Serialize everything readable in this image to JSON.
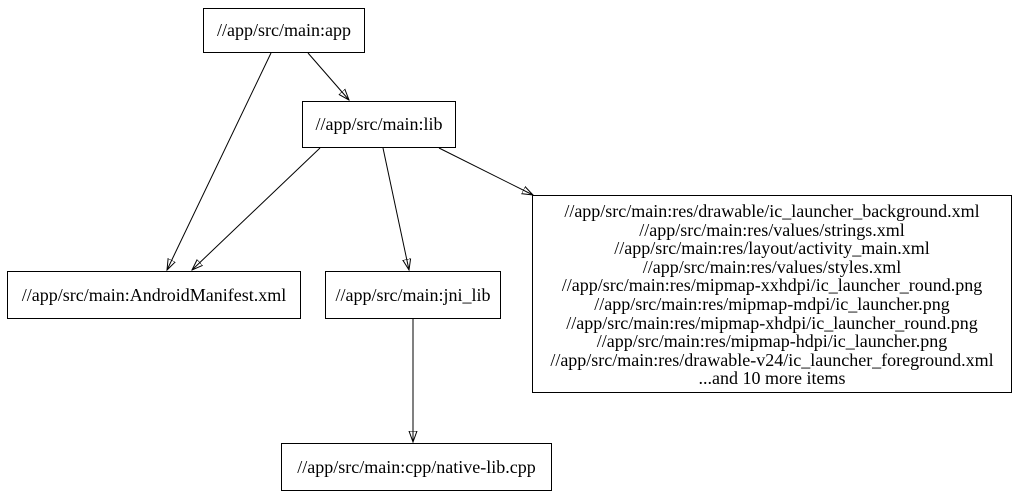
{
  "diagram": {
    "type": "directed-graph",
    "renderer_style": "graphviz",
    "colors": {
      "background": "#ffffff",
      "node_border": "#000000",
      "node_fill": "#ffffff",
      "text": "#000000",
      "edge": "#000000"
    },
    "nodes": {
      "app": {
        "label": "//app/src/main:app"
      },
      "lib": {
        "label": "//app/src/main:lib"
      },
      "manifest": {
        "label": "//app/src/main:AndroidManifest.xml"
      },
      "jni_lib": {
        "label": "//app/src/main:jni_lib"
      },
      "native_lib": {
        "label": "//app/src/main:cpp/native-lib.cpp"
      },
      "res_group": {
        "lines": [
          "//app/src/main:res/drawable/ic_launcher_background.xml",
          "//app/src/main:res/values/strings.xml",
          "//app/src/main:res/layout/activity_main.xml",
          "//app/src/main:res/values/styles.xml",
          "//app/src/main:res/mipmap-xxhdpi/ic_launcher_round.png",
          "//app/src/main:res/mipmap-mdpi/ic_launcher.png",
          "//app/src/main:res/mipmap-xhdpi/ic_launcher_round.png",
          "//app/src/main:res/mipmap-hdpi/ic_launcher.png",
          "//app/src/main:res/drawable-v24/ic_launcher_foreground.xml",
          "...and 10 more items"
        ]
      }
    },
    "edges": [
      {
        "from": "//app/src/main:app",
        "to": "//app/src/main:lib"
      },
      {
        "from": "//app/src/main:app",
        "to": "//app/src/main:AndroidManifest.xml"
      },
      {
        "from": "//app/src/main:lib",
        "to": "//app/src/main:AndroidManifest.xml"
      },
      {
        "from": "//app/src/main:lib",
        "to": "//app/src/main:jni_lib"
      },
      {
        "from": "//app/src/main:lib",
        "to": "res_group"
      },
      {
        "from": "//app/src/main:jni_lib",
        "to": "//app/src/main:cpp/native-lib.cpp"
      }
    ]
  }
}
